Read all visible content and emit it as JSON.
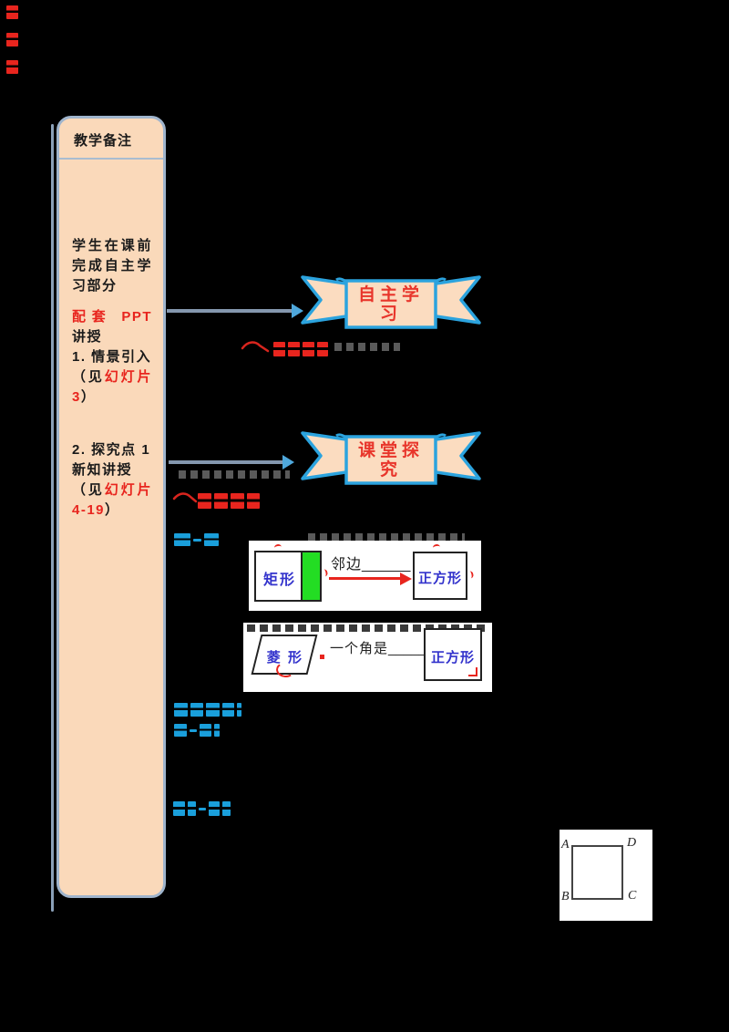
{
  "sidebar": {
    "title": "教学备注",
    "note1": "学生在课前完成自主学习部分",
    "ppt_red": "配套 PPT",
    "ppt_black": " 讲授",
    "item1_title": "1. 情景引入",
    "item1_pre": "（见",
    "item1_slides": "幻灯片 3",
    "item1_post": "）",
    "item2_title": "2. 探究点 1",
    "item2_sub": "新知讲授",
    "item2_pre": "（见",
    "item2_slides": "幻灯片 4-19",
    "item2_post": "）"
  },
  "banners": {
    "self_study": "自主学习",
    "class_explore": "课堂探究"
  },
  "diagram1": {
    "left_shape_label": "矩形",
    "condition_text": "邻边",
    "blank": "______",
    "right_shape_label": "正方形"
  },
  "diagram2": {
    "left_shape_label": "菱 形",
    "condition_text": "一个角是",
    "blank": "______",
    "right_shape_label": "正方形"
  },
  "figure": {
    "label_a": "A",
    "label_b": "B",
    "label_c": "C",
    "label_d": "D"
  },
  "colors": {
    "background": "#000000",
    "panel_fill": "#FAD9BA",
    "panel_border": "#9FB4CC",
    "banner_border": "#2BA3DE",
    "banner_fill": "#FBDCC0",
    "banner_text": "#E8352B",
    "annotation_red": "#E8251E",
    "annotation_cyan": "#1A9FDB",
    "highlight_green": "#23DD23",
    "shape_label_blue": "#3333CC"
  }
}
